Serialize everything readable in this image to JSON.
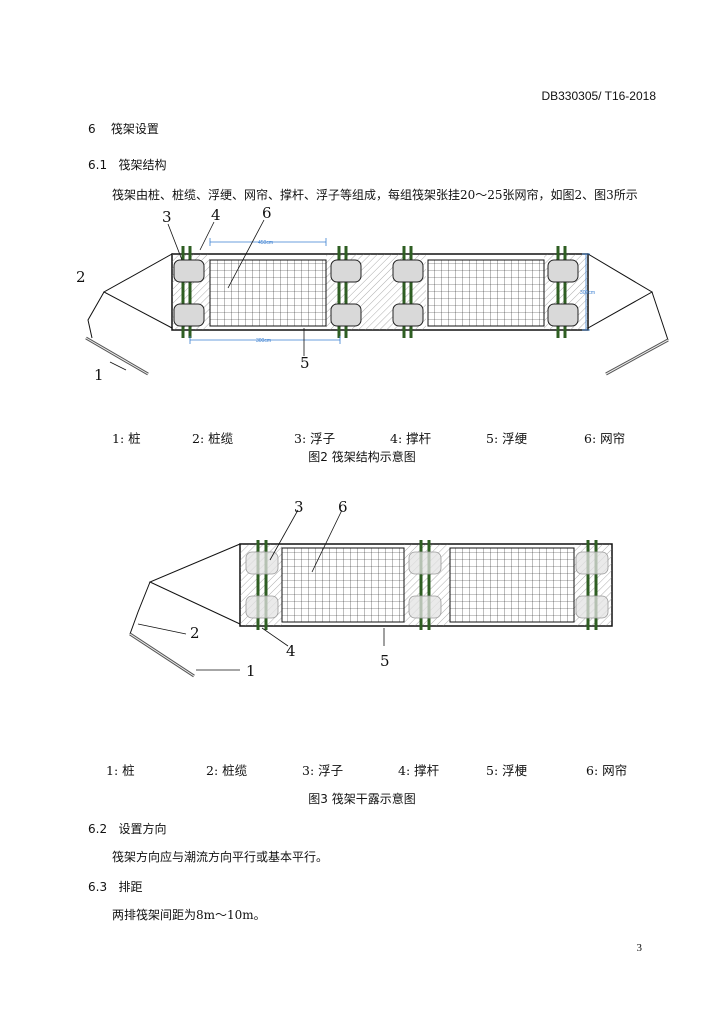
{
  "header": {
    "doc_id": "DB330305/ T16-2018"
  },
  "section6": {
    "num": "6",
    "title": "筏架设置"
  },
  "s61": {
    "num": "6.1",
    "title": "筏架结构",
    "text": "筏架由桩、桩缆、浮绠、网帘、撑杆、浮子等组成，每组筏架张挂20～25张网帘，如图2、图3所示"
  },
  "fig2": {
    "callouts": [
      "1",
      "2",
      "3",
      "4",
      "5",
      "6"
    ],
    "dim_top": "450cm",
    "dim_bottom": "300cm",
    "dim_right": "300cm",
    "legend": [
      "1: 桩",
      "2: 桩缆",
      "3: 浮子",
      "4: 撑杆",
      "5: 浮绠",
      "6: 网帘"
    ],
    "caption": "图2 筏架结构示意图"
  },
  "fig3": {
    "callouts": [
      "1",
      "2",
      "3",
      "4",
      "5",
      "6"
    ],
    "legend": [
      "1: 桩",
      "2: 桩缆",
      "3: 浮子",
      "4: 撑杆",
      "5: 浮梗",
      "6: 网帘"
    ],
    "caption": "图3 筏架干露示意图"
  },
  "s62": {
    "num": "6.2",
    "title": "设置方向",
    "text": "筏架方向应与潮流方向平行或基本平行。"
  },
  "s63": {
    "num": "6.3",
    "title": "排距",
    "text": "两排筏架间距为8m～10m。"
  },
  "footer": {
    "page": "3"
  }
}
